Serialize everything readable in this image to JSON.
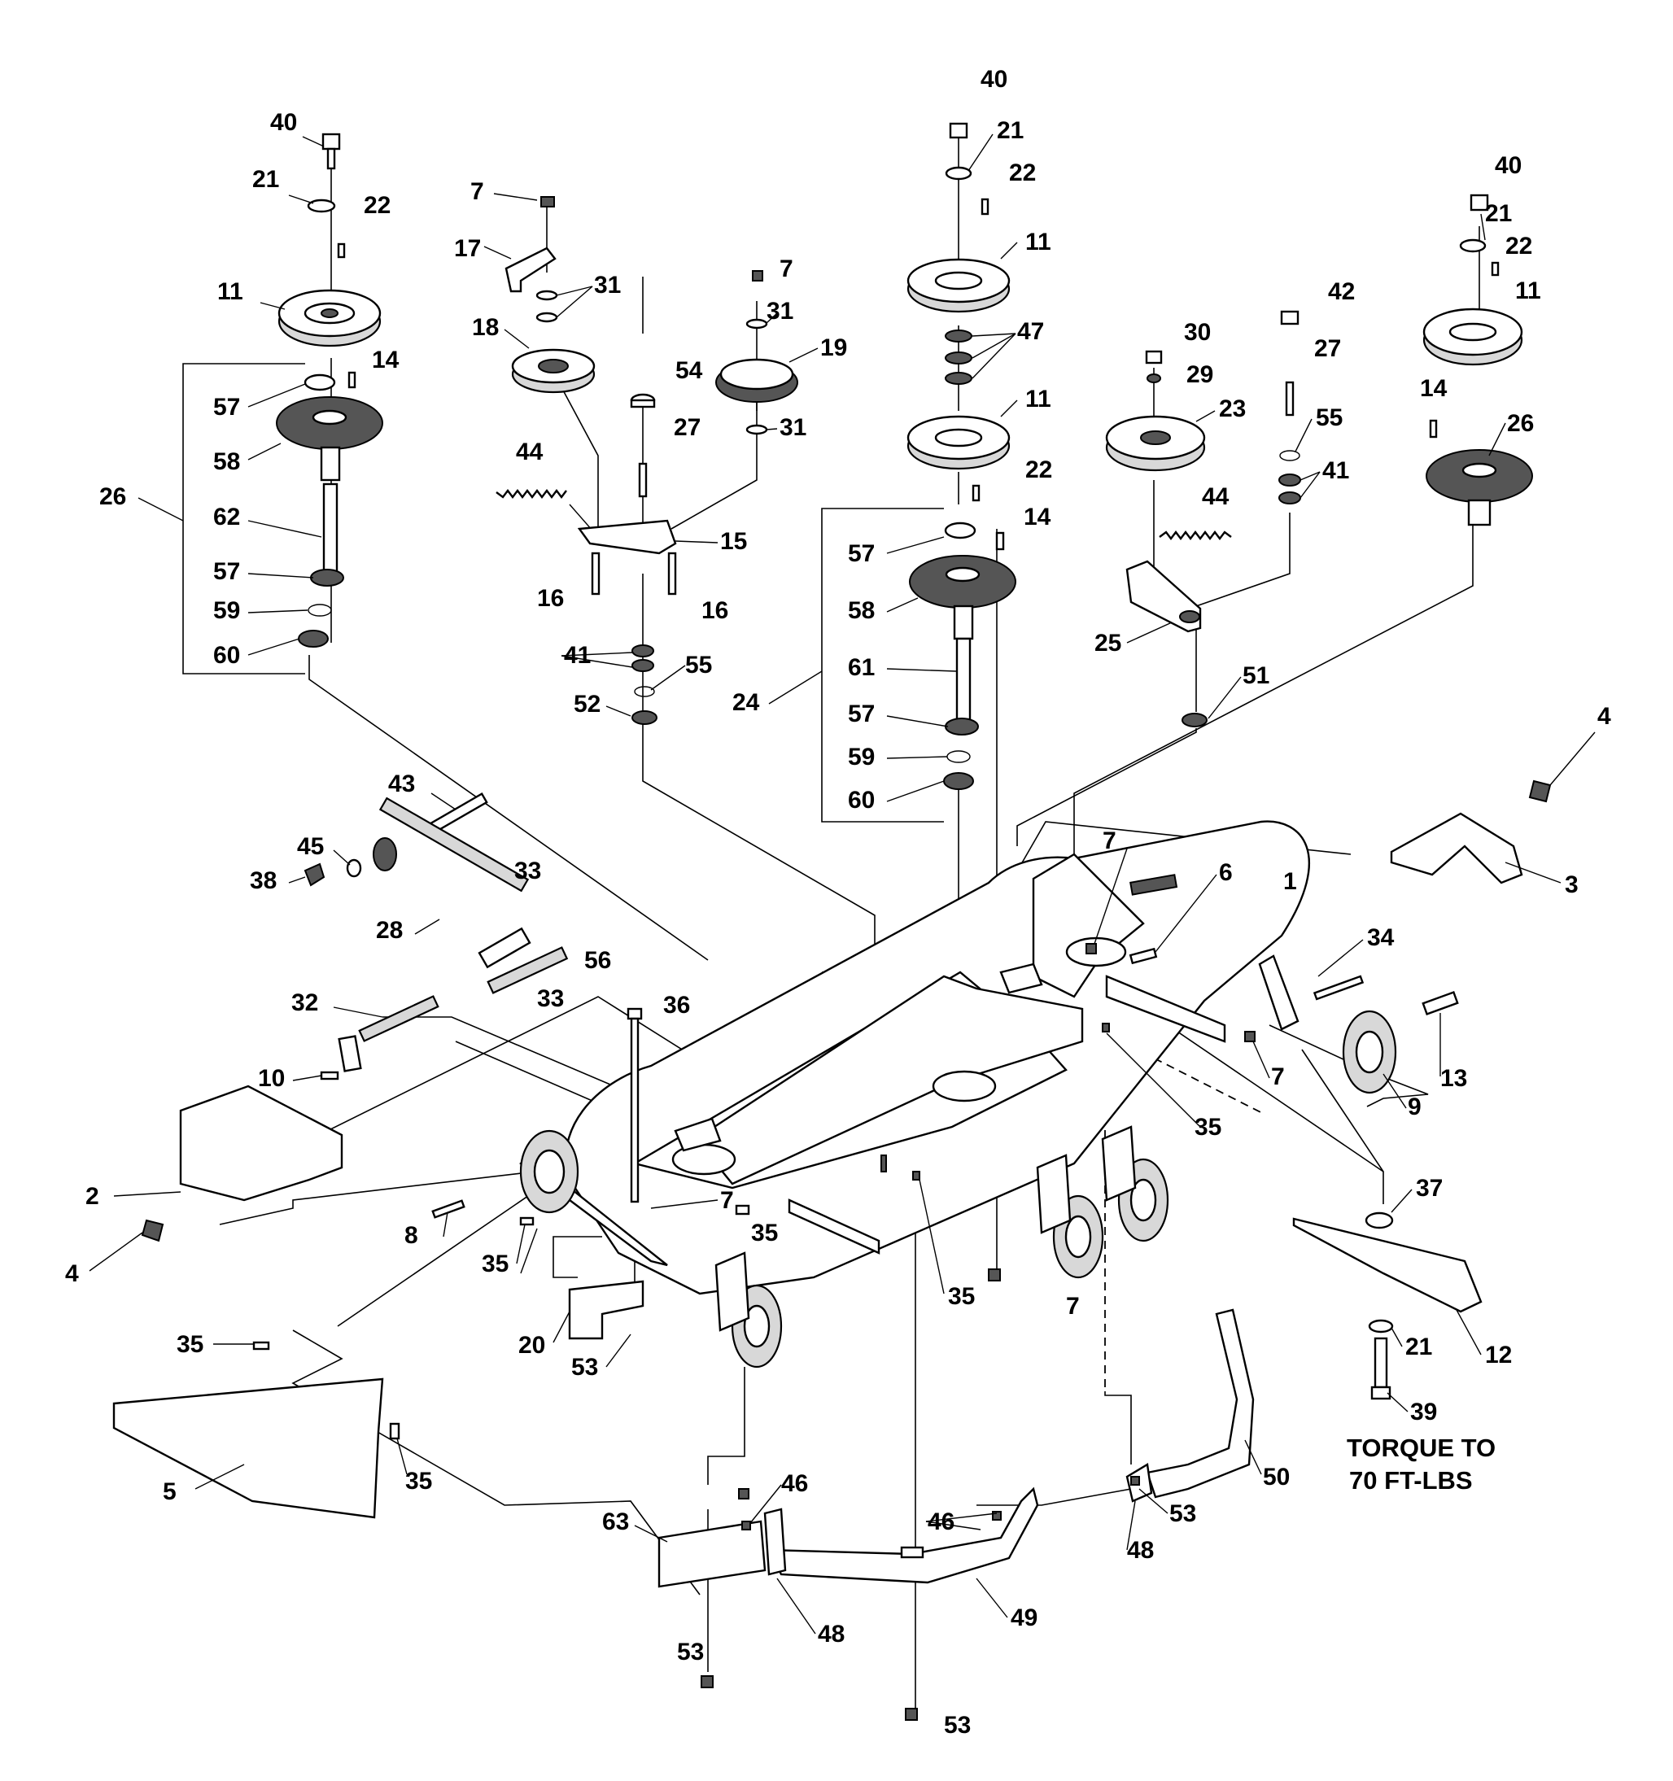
{
  "callouts": [
    {
      "id": "c40a",
      "text": "40"
    },
    {
      "id": "c21a",
      "text": "21"
    },
    {
      "id": "c22a",
      "text": "22"
    },
    {
      "id": "c11a",
      "text": "11"
    },
    {
      "id": "c14a",
      "text": "14"
    },
    {
      "id": "c57a",
      "text": "57"
    },
    {
      "id": "c58a",
      "text": "58"
    },
    {
      "id": "c26a",
      "text": "26"
    },
    {
      "id": "c62",
      "text": "62"
    },
    {
      "id": "c57b",
      "text": "57"
    },
    {
      "id": "c59a",
      "text": "59"
    },
    {
      "id": "c60a",
      "text": "60"
    },
    {
      "id": "c7a",
      "text": "7"
    },
    {
      "id": "c17",
      "text": "17"
    },
    {
      "id": "c31a",
      "text": "31"
    },
    {
      "id": "c18",
      "text": "18"
    },
    {
      "id": "c7b",
      "text": "7"
    },
    {
      "id": "c31b",
      "text": "31"
    },
    {
      "id": "c19",
      "text": "19"
    },
    {
      "id": "c54",
      "text": "54"
    },
    {
      "id": "c31c",
      "text": "31"
    },
    {
      "id": "c27a",
      "text": "27"
    },
    {
      "id": "c44a",
      "text": "44"
    },
    {
      "id": "c15",
      "text": "15"
    },
    {
      "id": "c16a",
      "text": "16"
    },
    {
      "id": "c16b",
      "text": "16"
    },
    {
      "id": "c41a",
      "text": "41"
    },
    {
      "id": "c55a",
      "text": "55"
    },
    {
      "id": "c52",
      "text": "52"
    },
    {
      "id": "c40b",
      "text": "40"
    },
    {
      "id": "c21b",
      "text": "21"
    },
    {
      "id": "c22b",
      "text": "22"
    },
    {
      "id": "c11b",
      "text": "11"
    },
    {
      "id": "c47",
      "text": "47"
    },
    {
      "id": "c11c",
      "text": "11"
    },
    {
      "id": "c22c",
      "text": "22"
    },
    {
      "id": "c14b",
      "text": "14"
    },
    {
      "id": "c57c",
      "text": "57"
    },
    {
      "id": "c58b",
      "text": "58"
    },
    {
      "id": "c61",
      "text": "61"
    },
    {
      "id": "c24",
      "text": "24"
    },
    {
      "id": "c57d",
      "text": "57"
    },
    {
      "id": "c59b",
      "text": "59"
    },
    {
      "id": "c60b",
      "text": "60"
    },
    {
      "id": "c30",
      "text": "30"
    },
    {
      "id": "c29",
      "text": "29"
    },
    {
      "id": "c23",
      "text": "23"
    },
    {
      "id": "c42",
      "text": "42"
    },
    {
      "id": "c27b",
      "text": "27"
    },
    {
      "id": "c55b",
      "text": "55"
    },
    {
      "id": "c41b",
      "text": "41"
    },
    {
      "id": "c44b",
      "text": "44"
    },
    {
      "id": "c25",
      "text": "25"
    },
    {
      "id": "c51",
      "text": "51"
    },
    {
      "id": "c40c",
      "text": "40"
    },
    {
      "id": "c21c",
      "text": "21"
    },
    {
      "id": "c22d",
      "text": "22"
    },
    {
      "id": "c11d",
      "text": "11"
    },
    {
      "id": "c14c",
      "text": "14"
    },
    {
      "id": "c26b",
      "text": "26"
    },
    {
      "id": "c4a",
      "text": "4"
    },
    {
      "id": "c3",
      "text": "3"
    },
    {
      "id": "c43",
      "text": "43"
    },
    {
      "id": "c45",
      "text": "45"
    },
    {
      "id": "c38",
      "text": "38"
    },
    {
      "id": "c33a",
      "text": "33"
    },
    {
      "id": "c28",
      "text": "28"
    },
    {
      "id": "c33b",
      "text": "33"
    },
    {
      "id": "c7c",
      "text": "7"
    },
    {
      "id": "c6",
      "text": "6"
    },
    {
      "id": "c1",
      "text": "1"
    },
    {
      "id": "c34",
      "text": "34"
    },
    {
      "id": "c56",
      "text": "56"
    },
    {
      "id": "c36",
      "text": "36"
    },
    {
      "id": "c32",
      "text": "32"
    },
    {
      "id": "c10",
      "text": "10"
    },
    {
      "id": "c7d",
      "text": "7"
    },
    {
      "id": "c13",
      "text": "13"
    },
    {
      "id": "c9",
      "text": "9"
    },
    {
      "id": "c35a",
      "text": "35"
    },
    {
      "id": "c2",
      "text": "2"
    },
    {
      "id": "c8",
      "text": "8"
    },
    {
      "id": "c7e",
      "text": "7"
    },
    {
      "id": "c35b",
      "text": "35"
    },
    {
      "id": "c4b",
      "text": "4"
    },
    {
      "id": "c35c",
      "text": "35"
    },
    {
      "id": "c35d",
      "text": "35"
    },
    {
      "id": "c7f",
      "text": "7"
    },
    {
      "id": "c37",
      "text": "37"
    },
    {
      "id": "c12",
      "text": "12"
    },
    {
      "id": "c21d",
      "text": "21"
    },
    {
      "id": "c20",
      "text": "20"
    },
    {
      "id": "c53a",
      "text": "53"
    },
    {
      "id": "c35e",
      "text": "35"
    },
    {
      "id": "c39",
      "text": "39"
    },
    {
      "id": "c5",
      "text": "5"
    },
    {
      "id": "c35f",
      "text": "35"
    },
    {
      "id": "c50",
      "text": "50"
    },
    {
      "id": "c46a",
      "text": "46"
    },
    {
      "id": "c63",
      "text": "63"
    },
    {
      "id": "c46b",
      "text": "46"
    },
    {
      "id": "c53b",
      "text": "53"
    },
    {
      "id": "c48a",
      "text": "48"
    },
    {
      "id": "c49",
      "text": "49"
    },
    {
      "id": "c48b",
      "text": "48"
    },
    {
      "id": "c53c",
      "text": "53"
    },
    {
      "id": "c53d",
      "text": "53"
    }
  ],
  "torque_note": {
    "line1": "TORQUE TO",
    "line2": "70 FT-LBS"
  }
}
